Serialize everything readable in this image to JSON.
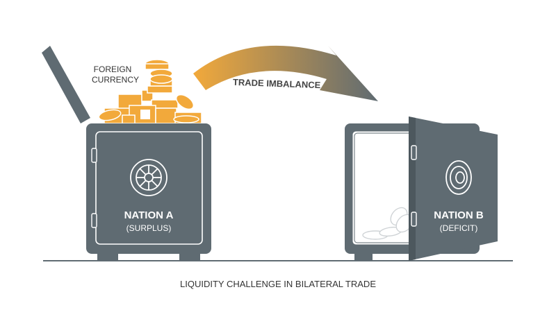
{
  "labels": {
    "foreign_currency_line1": "FOREIGN",
    "foreign_currency_line2": "CURRENCY",
    "trade_imbalance": "TRADE IMBALANCE",
    "nation_a_name": "NATION A",
    "nation_a_status": "(SURPLUS)",
    "nation_b_name": "NATION B",
    "nation_b_status": "(DEFICIT)",
    "caption": "LIQUIDITY CHALLENGE IN BILATERAL TRADE"
  },
  "colors": {
    "safe": "#5f6b72",
    "safe_outline": "#ffffff",
    "currency": "#f2a93b",
    "currency_outline": "#ffffff",
    "arrow_start": "#f2a93b",
    "arrow_end": "#5f6b72",
    "ground": "#5f6b72",
    "text_dark": "#333333",
    "text_light": "#ffffff",
    "coins_empty": "#dfe2e4"
  }
}
